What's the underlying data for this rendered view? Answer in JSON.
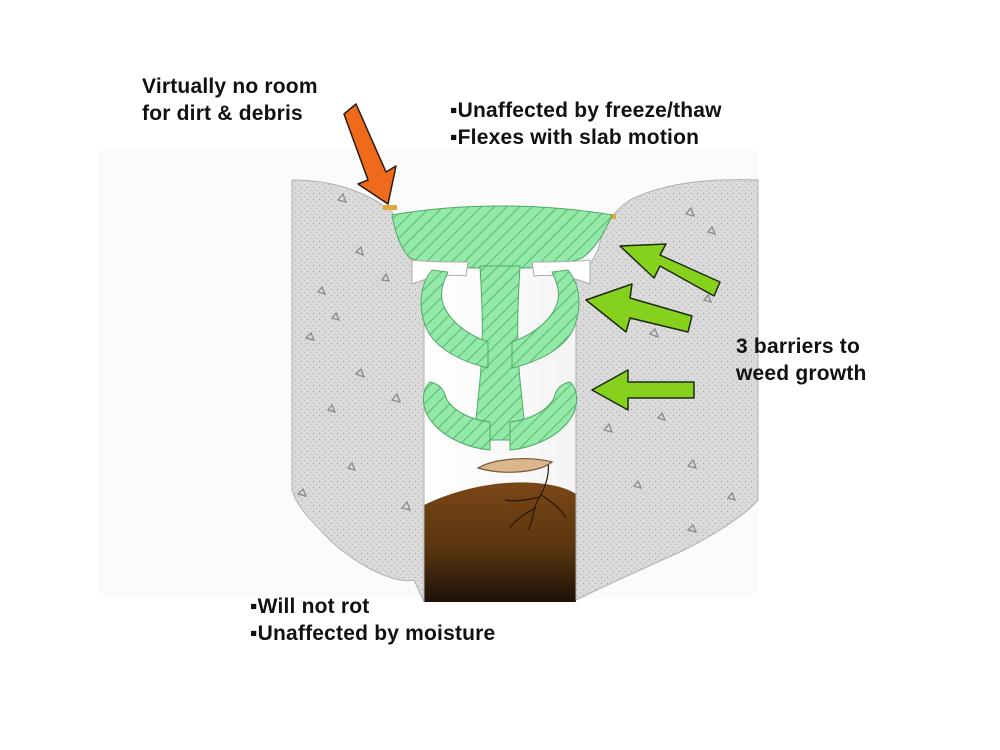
{
  "labels": {
    "debris": [
      "Virtually no room",
      "for dirt & debris"
    ],
    "freeze": [
      "▪Unaffected by freeze/thaw",
      "▪Flexes with slab motion"
    ],
    "barriers": [
      "3 barriers to",
      "weed growth"
    ],
    "rot": [
      "▪Will not rot",
      "▪Unaffected by moisture"
    ]
  },
  "colors": {
    "concrete": "#d9d9d9",
    "seal_green": "#8fe8a6",
    "seal_hatch": "#58b86e",
    "soil": "#6b3f12",
    "orange_arrow": "#f06a1c",
    "green_arrow": "#86d11e",
    "debris_strip": "#e0a83a",
    "seed": "#d8b48a"
  }
}
